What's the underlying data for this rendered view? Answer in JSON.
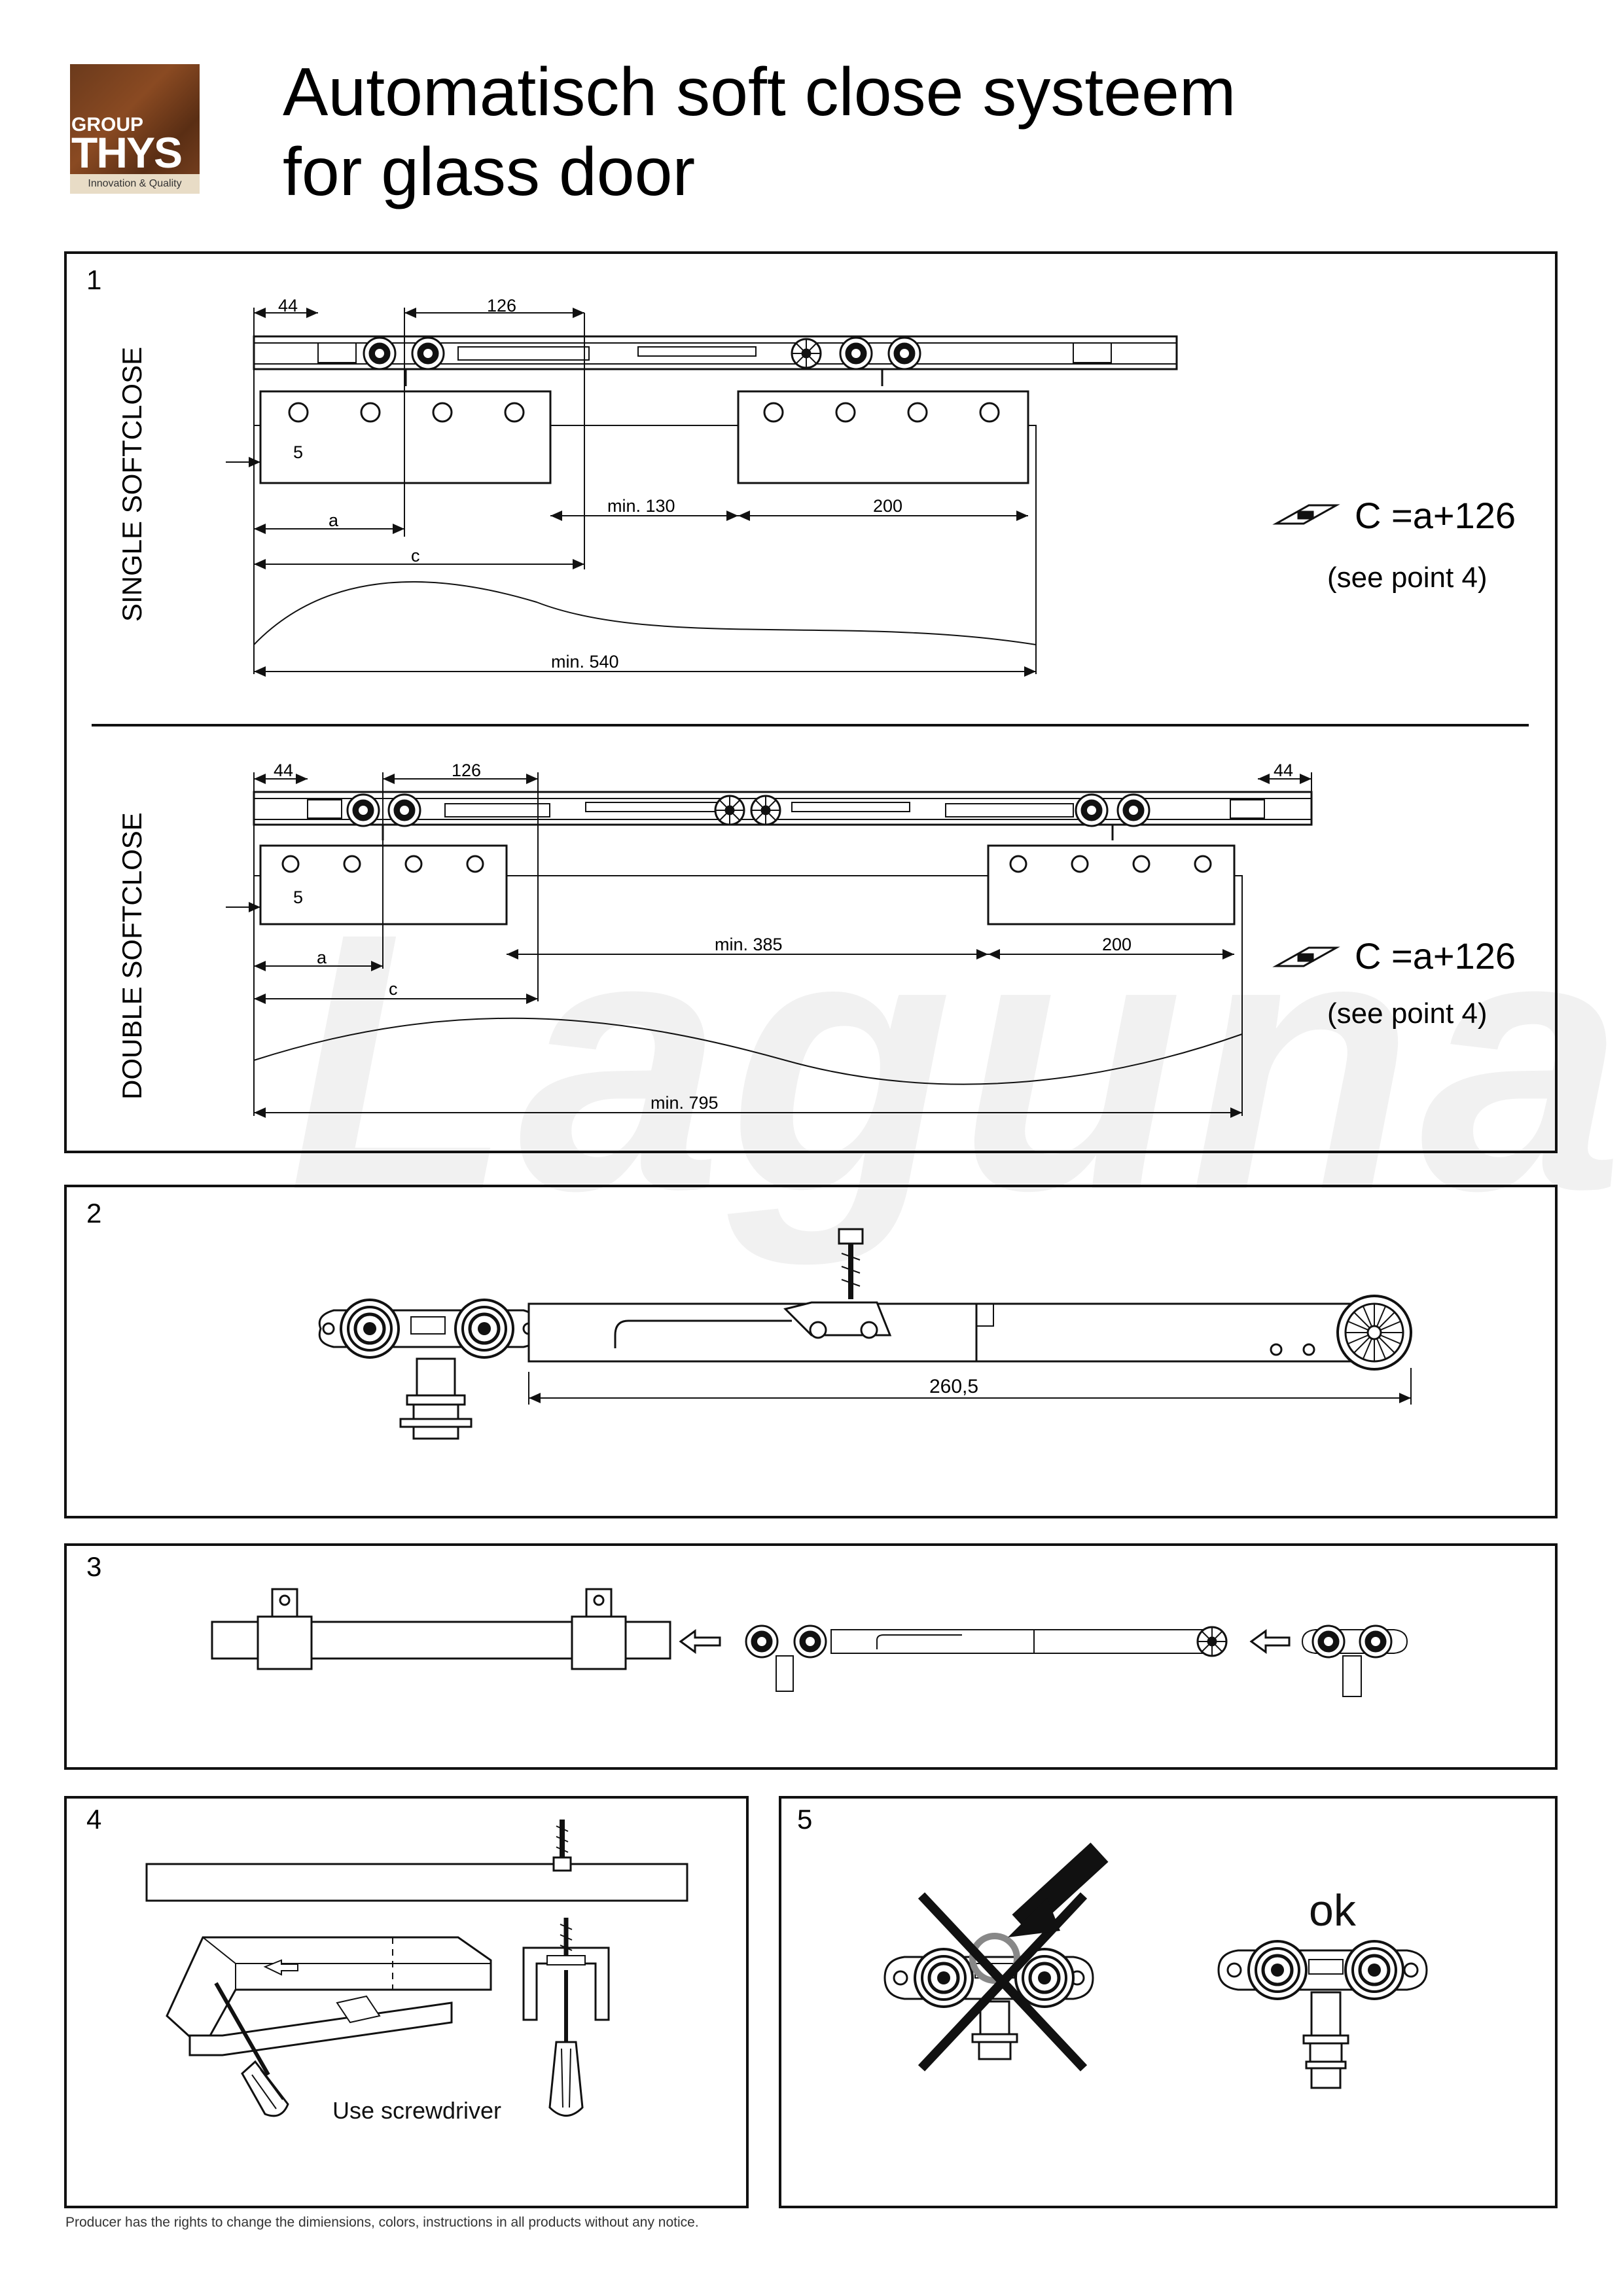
{
  "logo": {
    "group": "GROUP",
    "brand": "THYS",
    "tagline": "Innovation & Quality"
  },
  "title": {
    "line1": "Automatisch soft close systeem",
    "line2": "for glass door"
  },
  "watermark": "Laguna",
  "panel1": {
    "number": "1",
    "single": {
      "label": "SINGLE SOFTCLOSE",
      "dims": {
        "d44": "44",
        "d126": "126",
        "d5": "5",
        "a": "a",
        "c": "c",
        "min130": "min. 130",
        "d200": "200",
        "min540": "min. 540"
      },
      "formula": "C =a+126",
      "note": "(see point 4)"
    },
    "double": {
      "label": "DOUBLE SOFTCLOSE",
      "dims": {
        "d44": "44",
        "d126": "126",
        "d44r": "44",
        "d5": "5",
        "a": "a",
        "c": "c",
        "min385": "min. 385",
        "d200": "200",
        "min795": "min. 795"
      },
      "formula": "C =a+126",
      "note": "(see point 4)"
    }
  },
  "panel2": {
    "number": "2",
    "dim": "260,5"
  },
  "panel3": {
    "number": "3"
  },
  "panel4": {
    "number": "4",
    "caption": "Use screwdriver"
  },
  "panel5": {
    "number": "5",
    "ok": "ok"
  },
  "footer": "Producer has the rights to change the dimiensions, colors, instructions in all products without any notice."
}
